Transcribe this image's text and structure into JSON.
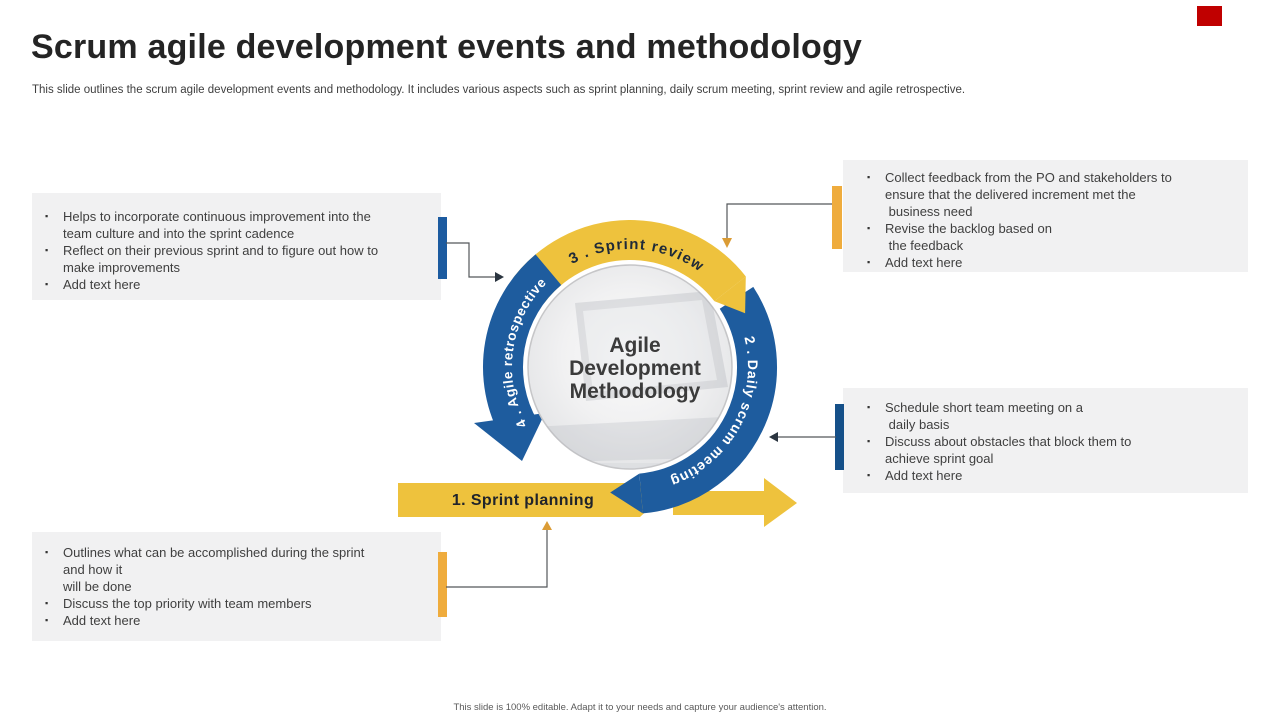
{
  "slide": {
    "title": "Scrum agile development events and methodology",
    "subtitle": "This slide outlines the scrum agile development events and methodology. It includes various aspects such as sprint planning, daily scrum meeting, sprint review and agile retrospective.",
    "footer": "This slide is 100% editable. Adapt it to your needs and capture your audience's attention."
  },
  "ui": {
    "bullet_char": "▪"
  },
  "diagram": {
    "center_lines": [
      "Agile",
      "Development",
      "Methodology"
    ],
    "segments": [
      {
        "id": "sprint-planning",
        "label": "1. Sprint planning",
        "color": "#eec23d",
        "text_color": "#20242b"
      },
      {
        "id": "daily-scrum",
        "label": "2 . Daily scrum meeting",
        "color": "#1e5c9e",
        "text_color": "#ffffff"
      },
      {
        "id": "sprint-review",
        "label": "3 . Sprint review",
        "color": "#eec23d",
        "text_color": "#1f2a38"
      },
      {
        "id": "agile-retrospective",
        "label": "4 . Agile retrospective",
        "color": "#1e5c9e",
        "text_color": "#ffffff"
      }
    ]
  },
  "callouts": [
    {
      "id": "agile-retrospective",
      "accent": "blue",
      "bullets": [
        "Helps to incorporate continuous improvement into the\nteam culture and into the sprint cadence",
        "Reflect on their previous sprint and to figure out how to\nmake improvements",
        "Add text here"
      ]
    },
    {
      "id": "sprint-review",
      "accent": "yellow",
      "bullets": [
        "Collect feedback from the PO and stakeholders to\nensure that the delivered increment met the\n business need",
        "Revise the backlog based on\n the feedback",
        "Add text here"
      ]
    },
    {
      "id": "daily-scrum",
      "accent": "blue",
      "bullets": [
        "Schedule short team meeting on a\n daily basis",
        "Discuss about obstacles that block them to\nachieve sprint goal",
        "Add text here"
      ]
    },
    {
      "id": "sprint-planning",
      "accent": "yellow",
      "bullets": [
        "Outlines what can be accomplished during the sprint\nand how it\nwill be done",
        "Discuss the top priority with team members",
        "Add text here"
      ]
    }
  ],
  "colors": {
    "arc_yellow": "#eec23d",
    "arc_blue": "#1e5c9e",
    "bar_yellow": "#efac3d",
    "bar_blue": "#1a579b",
    "box_bg": "#f1f1f2",
    "body_text": "#3f3f3f",
    "title_text": "#242424",
    "band_text": "#20242b",
    "review_text": "#1f2a38",
    "corner_accent": "#C00000",
    "connector": "#53575b"
  }
}
